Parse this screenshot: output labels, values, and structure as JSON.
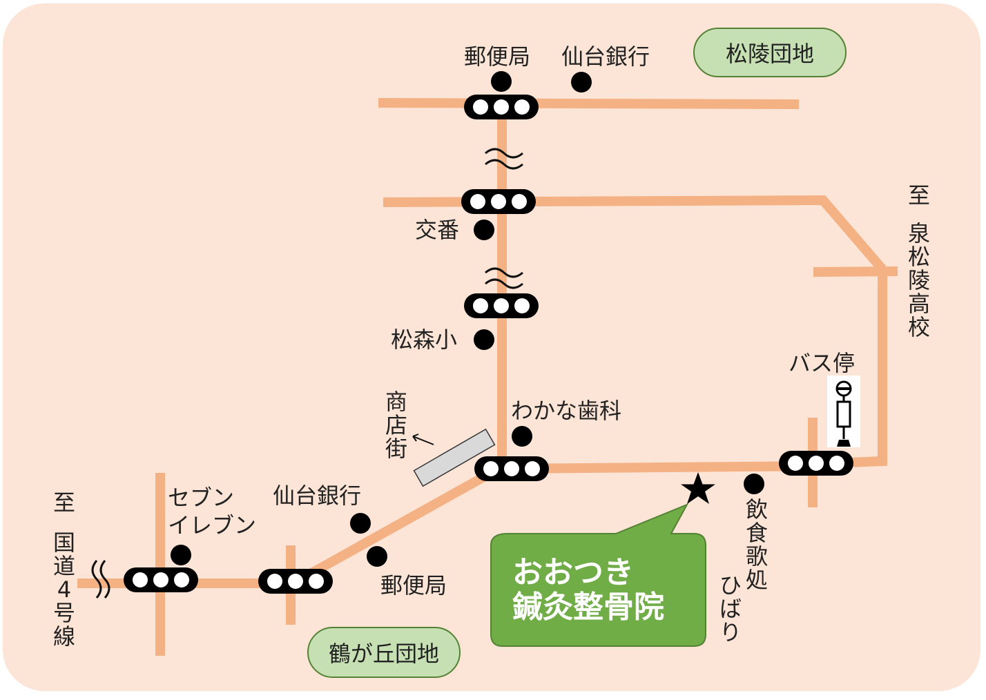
{
  "map": {
    "colors": {
      "background": "#fce4d6",
      "road": "#f4b183",
      "signal": "#000000",
      "signal_light": "#ffffff",
      "district_fill": "#c6e0b4",
      "district_border": "#548235",
      "callout_fill": "#70ad47",
      "callout_text": "#ffffff",
      "shopping_street": "#d9d9d9"
    },
    "districts": {
      "shoryo": "松陵団地",
      "tsurugaoka": "鶴が丘団地"
    },
    "landmarks": {
      "post_office_north": "郵便局",
      "sendai_bank_north": "仙台銀行",
      "police_box": "交番",
      "matsumori_elementary": "松森小",
      "wakana_dental": "わかな歯科",
      "shopping_street": "商店街",
      "bus_stop": "バス停",
      "seven_eleven_line1": "セブン",
      "seven_eleven_line2": "イレブン",
      "sendai_bank_south": "仙台銀行",
      "post_office_south": "郵便局",
      "restaurant_line1": "飲食歌処",
      "restaurant_line2": "ひばり"
    },
    "directions": {
      "to_prefix": "至",
      "east_destination": "泉松陵高校",
      "west_destination": "国道4号線"
    },
    "destination": {
      "line1": "おおつき",
      "line2": "鍼灸整骨院"
    },
    "icons": {
      "traffic_signal": "traffic-light-icon",
      "poi": "dot-icon",
      "road_break": "wavy-break-icon",
      "destination_marker": "star-icon",
      "bus_stop": "bus-stop-icon"
    }
  }
}
